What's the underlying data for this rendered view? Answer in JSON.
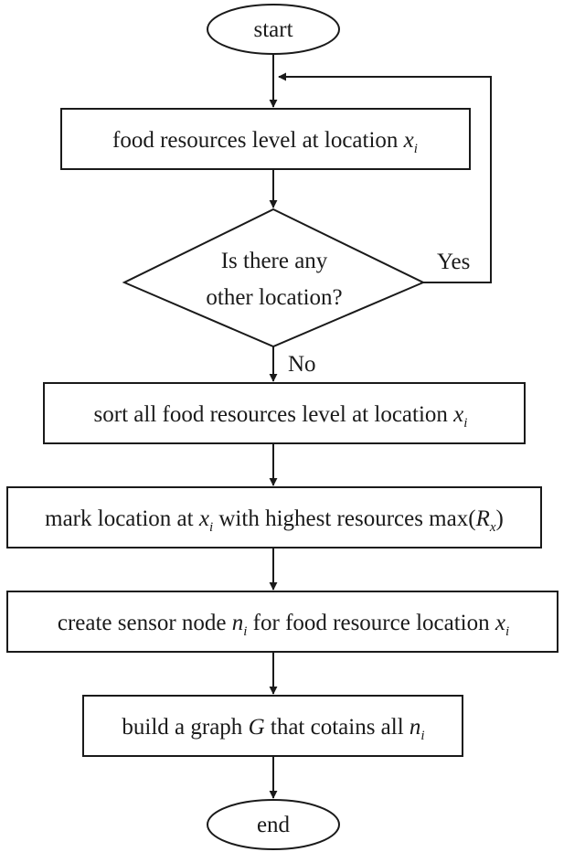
{
  "flowchart": {
    "start": "start",
    "end": "end",
    "step1": {
      "text": "food resources level at location ",
      "var": "x",
      "sub": "i"
    },
    "decision": {
      "line1": "Is there any",
      "line2": "other location?"
    },
    "yes_label": "Yes",
    "no_label": "No",
    "step2": {
      "text": "sort all food resources level at location ",
      "var": "x",
      "sub": "i"
    },
    "step3": {
      "text_a": "mark location at ",
      "var_a": "x",
      "sub_a": "i",
      "text_b": " with highest resources max(",
      "var_b": "R",
      "sub_b": "x",
      "text_c": ")"
    },
    "step4": {
      "text_a": "create sensor node ",
      "var_a": "n",
      "sub_a": "i",
      "text_b": " for food resource location ",
      "var_b": "x",
      "sub_b": "i"
    },
    "step5": {
      "text": "build a graph ",
      "var_a": "G",
      "text_b": " that cotains all ",
      "var_b": "n",
      "sub_b": "i"
    }
  },
  "colors": {
    "stroke": "#1a1a1a",
    "background": "#ffffff"
  }
}
